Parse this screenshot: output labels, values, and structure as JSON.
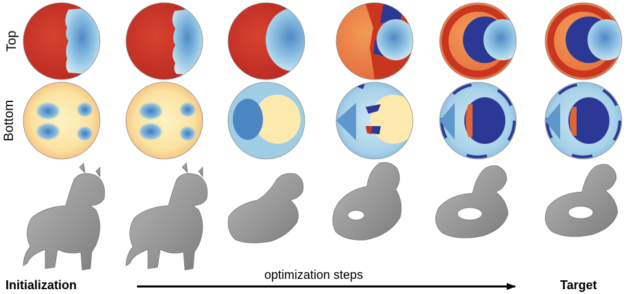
{
  "rows": [
    {
      "id": "top",
      "label": "Top"
    },
    {
      "id": "bottom",
      "label": "Bottom"
    }
  ],
  "columns": [
    {
      "step": 0,
      "caption": "Initialization"
    },
    {
      "step": 1,
      "caption": ""
    },
    {
      "step": 2,
      "caption": ""
    },
    {
      "step": 3,
      "caption": ""
    },
    {
      "step": 4,
      "caption": ""
    },
    {
      "step": 5,
      "caption": "Target"
    }
  ],
  "footer": {
    "left_label": "Initialization",
    "arrow_label": "optimization steps",
    "right_label": "Target"
  },
  "colors": {
    "deep_red": "#c62f26",
    "orange": "#ee8046",
    "pale_yellow": "#fbe7a4",
    "light_blue": "#a8d3ea",
    "mid_blue": "#5b97cb",
    "dark_navy": "#2c3896",
    "mesh_gray": "#9a9a9a"
  },
  "meshes": [
    "cow",
    "cow",
    "cow-morph",
    "torus-morph",
    "duck-torus",
    "duck-torus"
  ]
}
